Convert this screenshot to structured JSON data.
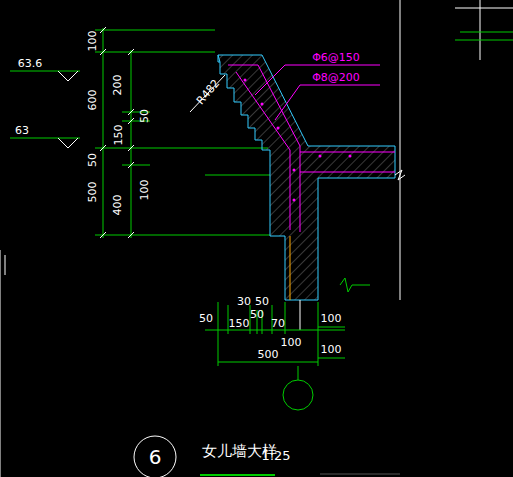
{
  "diagram": {
    "title": "女儿墙大样",
    "nodes": [
      {
        "text": [
          "6"
        ]
      }
    ],
    "labels": [
      "63.6",
      "63",
      "100",
      "600",
      "200",
      "50",
      "150",
      "50",
      "100",
      "500",
      "400",
      "R482",
      "Φ6@150",
      "Φ8@200",
      "50",
      "30",
      "50",
      "50",
      "150",
      "70",
      "100",
      "100",
      "500",
      "100",
      "1:25"
    ]
  }
}
